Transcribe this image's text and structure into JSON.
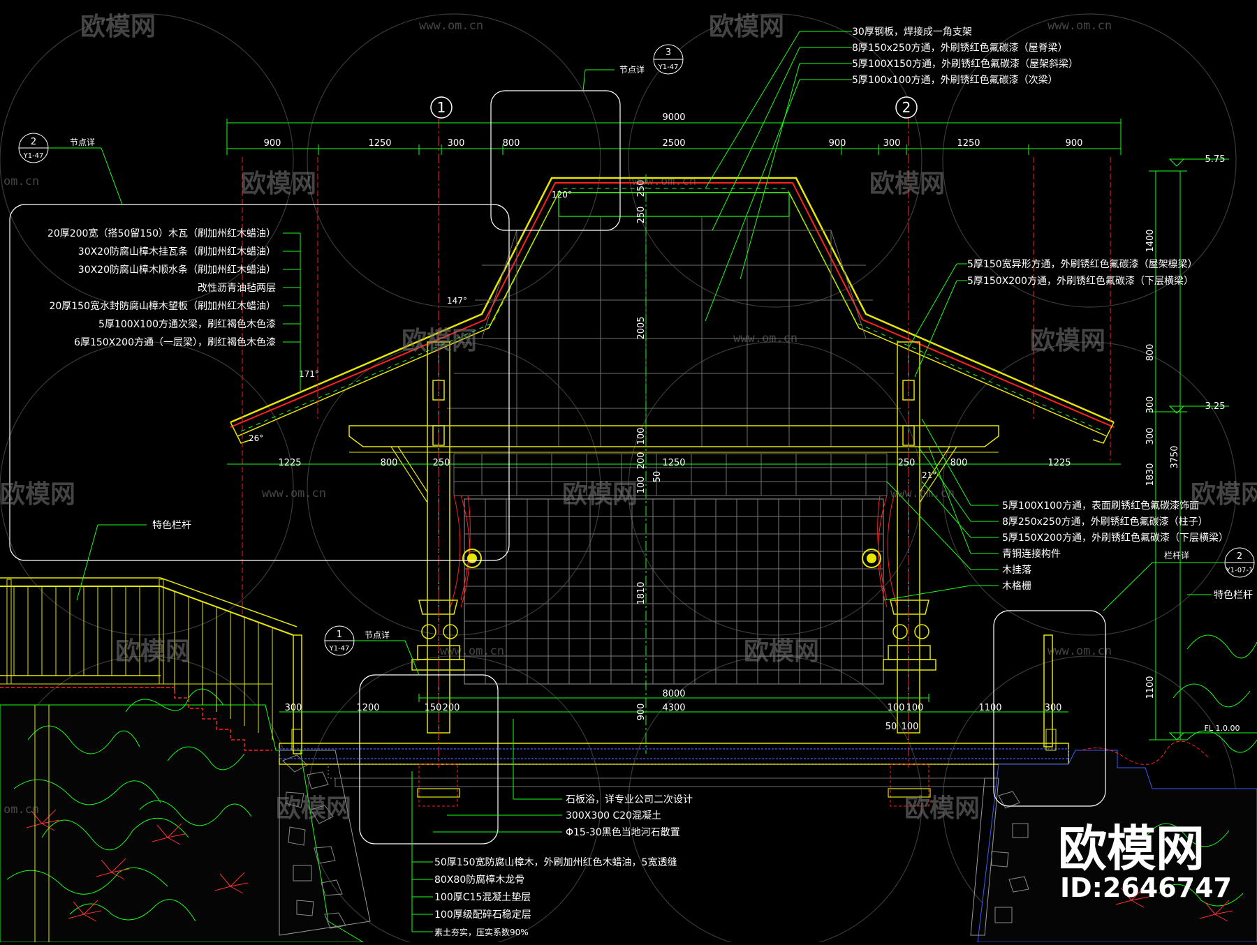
{
  "colors": {
    "background": "#000000",
    "green": "#17ff17",
    "yellow": "#e6e600",
    "red": "#ff2020",
    "white": "#ffffff",
    "grey": "#6f6f6f",
    "blue": "#3a5cff",
    "cyan": "#34e0e0"
  },
  "watermark": {
    "logo_text": "欧模网",
    "url": "www.om.cn",
    "url_partial": "om.cn"
  },
  "brand": {
    "name": "欧模网",
    "id": "ID:2646747"
  },
  "axes": {
    "axis1": "1",
    "axis2": "2"
  },
  "detail_callouts": {
    "top": {
      "label": "节点详",
      "num": "3",
      "ref": "Y1-47"
    },
    "left": {
      "label": "节点详",
      "num": "2",
      "ref": "Y1-47"
    },
    "base": {
      "label": "节点详",
      "num": "1",
      "ref": "Y1-47"
    },
    "right": {
      "label": "栏杆详",
      "num": "2",
      "ref": "Y1-07-1"
    }
  },
  "dims_top": {
    "overall": "9000",
    "d1": "900",
    "d2": "1250",
    "d3": "300",
    "d4": "800",
    "d5": "2500",
    "d6": "900",
    "d7": "300",
    "d8": "1250",
    "d9": "900"
  },
  "dims_eave": {
    "e1": "1225",
    "e2": "800",
    "e3": "250",
    "e4": "1250",
    "e5": "250",
    "e6": "800",
    "e7": "1225"
  },
  "dims_floor": {
    "f1": "300",
    "f2": "1200",
    "f3": "150",
    "f4": "200",
    "overall": "8000",
    "f5": "4300",
    "f6": "100",
    "f7": "100",
    "f8": "1100",
    "f9": "300",
    "f10": "50",
    "f11": "100",
    "f12": "900"
  },
  "dims_vertical": {
    "ridge_top": "250",
    "ridge_band": "250",
    "roof_height": "2005",
    "mid": "100",
    "mid2": "200",
    "mid3": "100",
    "mid4": "50",
    "screen_height": "1810"
  },
  "dims_right": {
    "v1": "1400",
    "v2": "800",
    "v3": "300",
    "v4": "300",
    "v5": "1830",
    "v6": "1100",
    "total": "3750"
  },
  "levels": {
    "top": "5.75",
    "mid": "3.25",
    "floor": "FL 1.0.00"
  },
  "angles": {
    "a1": "120°",
    "a2": "147°",
    "a3": "171°",
    "a4": "26°",
    "a5": "21°"
  },
  "notes_top": [
    "30厚钢板，焊接成一角支架",
    "8厚150x250方通，外刷锈红色氟碳漆（屋脊梁）",
    "5厚100X150方通，外刷锈红色氟碳漆（屋架斜梁）",
    "5厚100x100方通，外刷锈红色氟碳漆（次梁）"
  ],
  "notes_left": [
    "20厚200宽（搭50留150）木瓦（刷加州红木蜡油）",
    "30X20防腐山樟木挂瓦条（刷加州红木蜡油）",
    "30X20防腐山樟木顺水条（刷加州红木蜡油）",
    "改性沥青油毡两层",
    "20厚150宽水封防腐山樟木望板（刷加州红木蜡油）",
    "5厚100X100方通次梁，刷红褐色木色漆",
    "6厚150X200方通（一层梁），刷红褐色木色漆"
  ],
  "notes_right_upper": [
    "5厚150宽异形方通，外刷锈红色氟碳漆（屋架檩梁）",
    "5厚150X200方通，外刷锈红色氟碳漆（下层横梁）"
  ],
  "notes_right_lower": [
    "5厚100X100方通，表面刷锈红色氟碳漆饰面",
    "8厚250x250方通，外刷锈红色氟碳漆（柱子）",
    "5厚150X200方通，外刷锈红色氟碳漆（下层横梁）",
    "青铜连接构件",
    "木挂落",
    "木格栅"
  ],
  "rail_labels": {
    "left": "特色栏杆",
    "right": "特色栏杆"
  },
  "notes_bottom": [
    "石板浴，详专业公司二次设计",
    "300X300 C20混凝土",
    "Φ15-30黑色当地河石散置",
    "50厚150宽防腐山樟木，外刷加州红色木蜡油，5宽透缝",
    "80X80防腐樟木龙骨",
    "100厚C15混凝土垫层",
    "100厚级配碎石稳定层",
    "素土夯实，压实系数90%"
  ]
}
